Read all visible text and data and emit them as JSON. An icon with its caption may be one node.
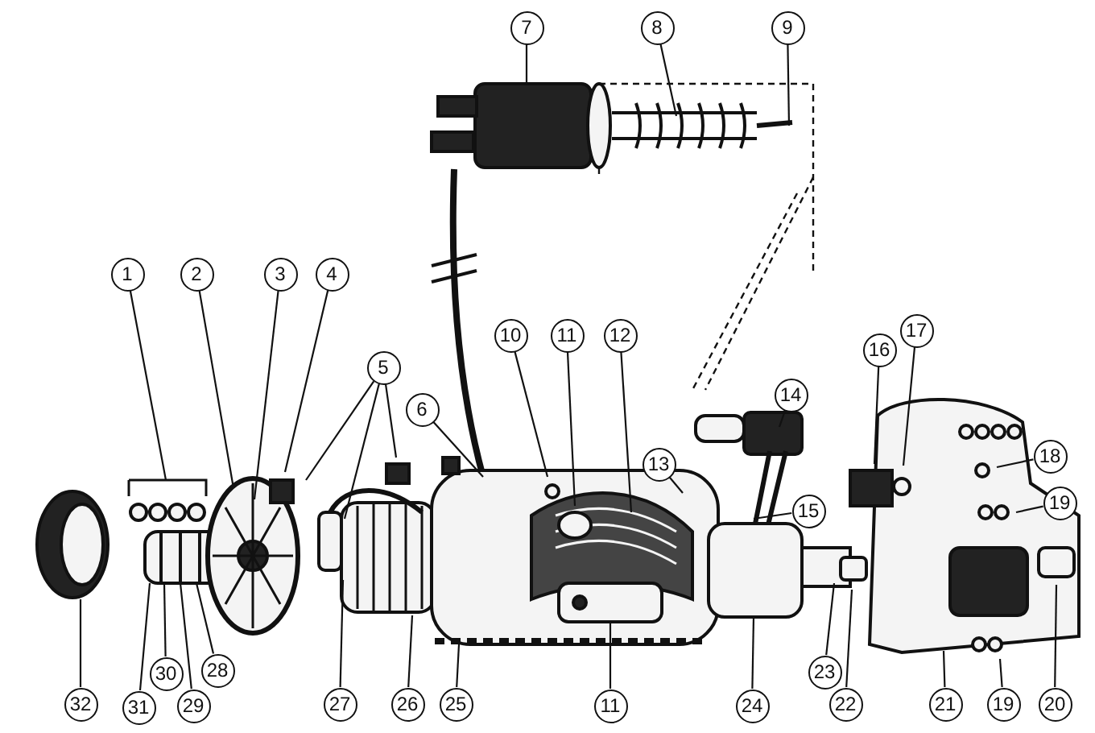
{
  "diagram": {
    "nodes": [
      {
        "text": [
          "7"
        ]
      },
      {
        "text": [
          "8"
        ]
      },
      {
        "text": [
          "9"
        ]
      },
      {
        "text": [
          "1"
        ]
      },
      {
        "text": [
          "2"
        ]
      },
      {
        "text": [
          "3"
        ]
      },
      {
        "text": [
          "4"
        ]
      },
      {
        "text": [
          "17"
        ]
      },
      {
        "text": [
          "10"
        ]
      },
      {
        "text": [
          "11"
        ]
      },
      {
        "text": [
          "12"
        ]
      },
      {
        "text": [
          "16"
        ]
      },
      {
        "text": [
          "5"
        ]
      },
      {
        "text": [
          "14"
        ]
      },
      {
        "text": [
          "6"
        ]
      },
      {
        "text": [
          "18"
        ]
      },
      {
        "text": [
          "13"
        ]
      },
      {
        "text": [
          "19"
        ]
      },
      {
        "text": [
          "15"
        ]
      },
      {
        "text": [
          "30"
        ]
      },
      {
        "text": [
          "28"
        ]
      },
      {
        "text": [
          "23"
        ]
      },
      {
        "text": [
          "32"
        ]
      },
      {
        "text": [
          "31"
        ]
      },
      {
        "text": [
          "29"
        ]
      },
      {
        "text": [
          "27"
        ]
      },
      {
        "text": [
          "26"
        ]
      },
      {
        "text": [
          "25"
        ]
      },
      {
        "text": [
          "11"
        ]
      },
      {
        "text": [
          "24"
        ]
      },
      {
        "text": [
          "22"
        ]
      },
      {
        "text": [
          "21"
        ]
      },
      {
        "text": [
          "19"
        ]
      },
      {
        "text": [
          "20"
        ]
      }
    ],
    "edges": [
      {
        "from": 0,
        "to": null,
        "arrow": "none"
      },
      {
        "from": 1,
        "to": null,
        "arrow": "none"
      },
      {
        "from": 2,
        "to": null,
        "arrow": "none"
      },
      {
        "from": 3,
        "to": null,
        "arrow": "none"
      },
      {
        "from": 4,
        "to": null,
        "arrow": "none"
      },
      {
        "from": 5,
        "to": null,
        "arrow": "none"
      },
      {
        "from": 6,
        "to": null,
        "arrow": "none"
      },
      {
        "from": 7,
        "to": null,
        "arrow": "none"
      },
      {
        "from": 8,
        "to": null,
        "arrow": "none"
      },
      {
        "from": 9,
        "to": null,
        "arrow": "none"
      },
      {
        "from": 10,
        "to": null,
        "arrow": "none"
      },
      {
        "from": 11,
        "to": null,
        "arrow": "none"
      },
      {
        "from": 12,
        "to": null,
        "arrow": "none"
      },
      {
        "from": 12,
        "to": null,
        "arrow": "none"
      },
      {
        "from": 12,
        "to": null,
        "arrow": "none"
      },
      {
        "from": 13,
        "to": null,
        "arrow": "none"
      },
      {
        "from": 14,
        "to": null,
        "arrow": "none"
      },
      {
        "from": 15,
        "to": null,
        "arrow": "none"
      },
      {
        "from": 16,
        "to": null,
        "arrow": "none"
      },
      {
        "from": 17,
        "to": null,
        "arrow": "none"
      },
      {
        "from": 18,
        "to": null,
        "arrow": "none"
      },
      {
        "from": 19,
        "to": null,
        "arrow": "none"
      },
      {
        "from": 20,
        "to": null,
        "arrow": "none"
      },
      {
        "from": 21,
        "to": null,
        "arrow": "none"
      },
      {
        "from": 22,
        "to": null,
        "arrow": "none"
      },
      {
        "from": 23,
        "to": null,
        "arrow": "none"
      },
      {
        "from": 24,
        "to": null,
        "arrow": "none"
      },
      {
        "from": 25,
        "to": null,
        "arrow": "none"
      },
      {
        "from": 26,
        "to": null,
        "arrow": "none"
      },
      {
        "from": 27,
        "to": null,
        "arrow": "none"
      },
      {
        "from": 28,
        "to": null,
        "arrow": "none"
      },
      {
        "from": 29,
        "to": null,
        "arrow": "none"
      },
      {
        "from": 30,
        "to": null,
        "arrow": "none"
      },
      {
        "from": 31,
        "to": null,
        "arrow": "none"
      },
      {
        "from": 32,
        "to": null,
        "arrow": "none"
      },
      {
        "from": 33,
        "to": null,
        "arrow": "none"
      }
    ]
  }
}
